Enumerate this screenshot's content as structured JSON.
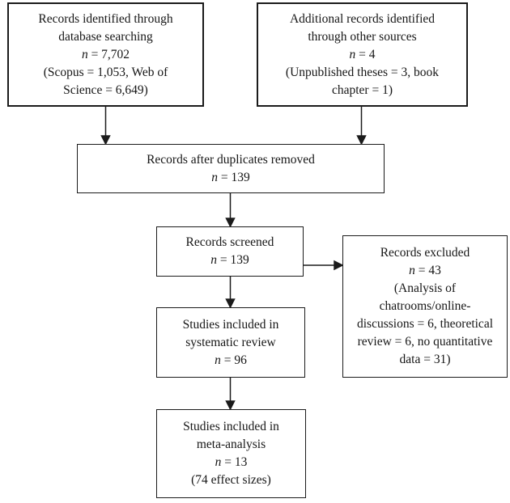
{
  "colors": {
    "border": "#1b1b1b",
    "text": "#161616",
    "background": "#ffffff"
  },
  "boxes": {
    "identified_database": {
      "lines": [
        [
          {
            "t": "Records identified through"
          }
        ],
        [
          {
            "t": "database searching"
          }
        ],
        [
          {
            "t": "n",
            "i": true
          },
          {
            "t": " = 7,702"
          }
        ],
        [
          {
            "t": "(Scopus = 1,053, Web of"
          }
        ],
        [
          {
            "t": "Science = 6,649)"
          }
        ]
      ]
    },
    "identified_other": {
      "lines": [
        [
          {
            "t": "Additional records identified"
          }
        ],
        [
          {
            "t": "through other sources"
          }
        ],
        [
          {
            "t": "n",
            "i": true
          },
          {
            "t": " = 4"
          }
        ],
        [
          {
            "t": "(Unpublished theses = 3, book"
          }
        ],
        [
          {
            "t": "chapter = 1)"
          }
        ]
      ]
    },
    "after_duplicates": {
      "lines": [
        [
          {
            "t": "Records after duplicates removed"
          }
        ],
        [
          {
            "t": "n",
            "i": true
          },
          {
            "t": " = 139"
          }
        ]
      ]
    },
    "screened": {
      "lines": [
        [
          {
            "t": "Records screened"
          }
        ],
        [
          {
            "t": "n",
            "i": true
          },
          {
            "t": " = 139"
          }
        ]
      ]
    },
    "excluded": {
      "lines": [
        [
          {
            "t": "Records excluded"
          }
        ],
        [
          {
            "t": "n",
            "i": true
          },
          {
            "t": " = 43"
          }
        ],
        [
          {
            "t": "(Analysis of"
          }
        ],
        [
          {
            "t": "chatrooms/online-"
          }
        ],
        [
          {
            "t": "discussions = 6, theoretical"
          }
        ],
        [
          {
            "t": "review = 6, no quantitative"
          }
        ],
        [
          {
            "t": "data = 31)"
          }
        ]
      ]
    },
    "systematic_review": {
      "lines": [
        [
          {
            "t": "Studies included in"
          }
        ],
        [
          {
            "t": "systematic review"
          }
        ],
        [
          {
            "t": "n",
            "i": true
          },
          {
            "t": " = 96"
          }
        ]
      ]
    },
    "meta_analysis": {
      "lines": [
        [
          {
            "t": "Studies included in"
          }
        ],
        [
          {
            "t": "meta-analysis"
          }
        ],
        [
          {
            "t": "n",
            "i": true
          },
          {
            "t": " = 13"
          }
        ],
        [
          {
            "t": "(74 effect sizes)"
          }
        ]
      ]
    }
  }
}
